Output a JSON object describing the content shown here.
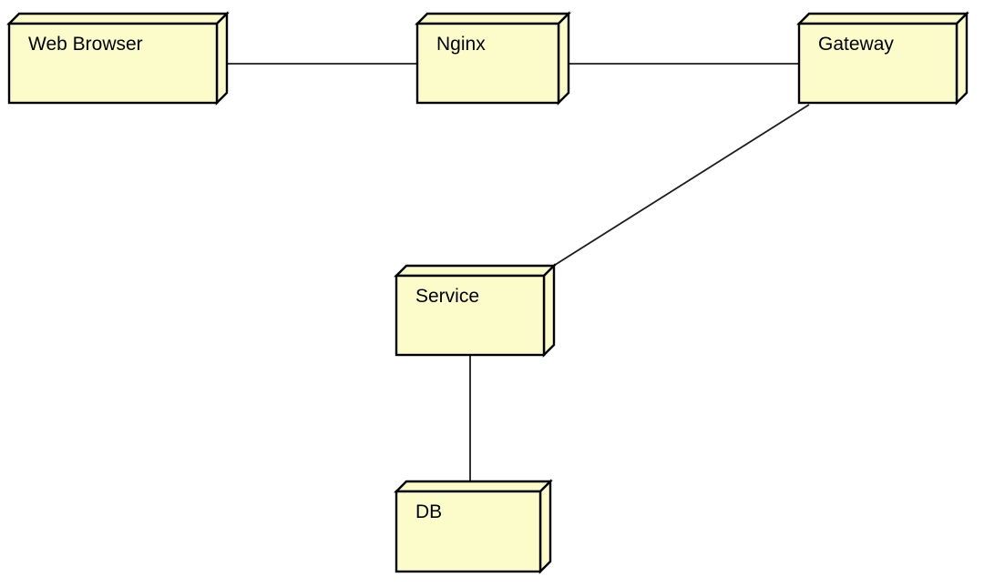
{
  "diagram": {
    "type": "deployment-diagram",
    "nodes": [
      {
        "id": "web-browser",
        "label": "Web Browser"
      },
      {
        "id": "nginx",
        "label": "Nginx"
      },
      {
        "id": "gateway",
        "label": "Gateway"
      },
      {
        "id": "service",
        "label": "Service"
      },
      {
        "id": "db",
        "label": "DB"
      }
    ],
    "edges": [
      {
        "from": "Web Browser",
        "to": "Nginx"
      },
      {
        "from": "Nginx",
        "to": "Gateway"
      },
      {
        "from": "Gateway",
        "to": "Service"
      },
      {
        "from": "Service",
        "to": "DB"
      }
    ],
    "colors": {
      "node_fill": "#FCFCCB",
      "node_border": "#000000",
      "edge": "#1C1C1C",
      "background": "#FFFFFF",
      "text": "#000000"
    }
  }
}
